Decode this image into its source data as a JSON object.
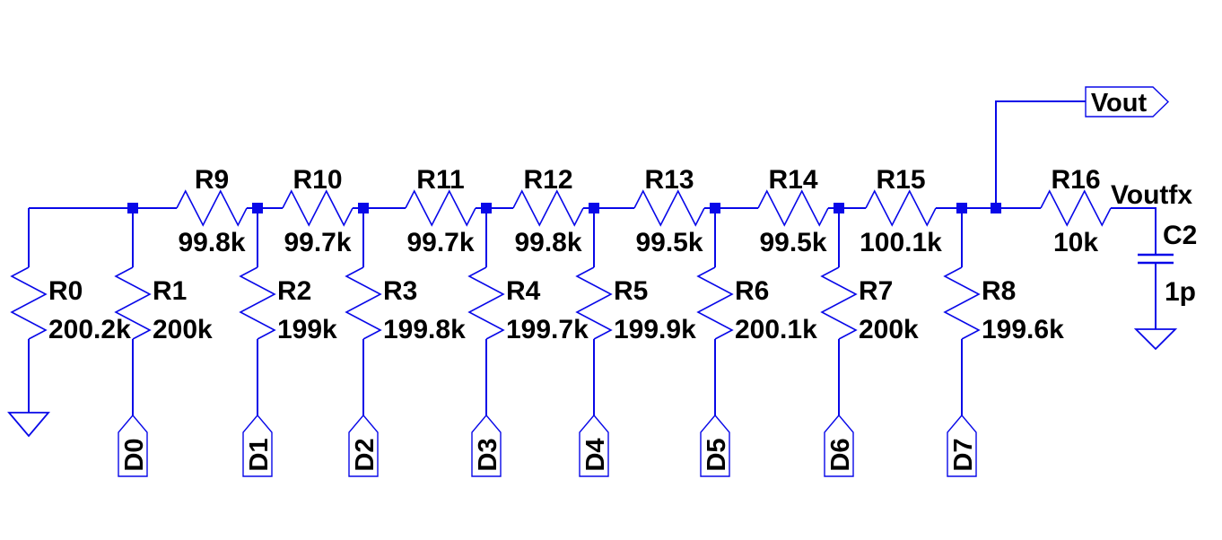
{
  "schematic": {
    "colors": {
      "wire": "#0808E8",
      "text": "#000000",
      "background": "#FFFFFF"
    },
    "series_resistors": [
      {
        "name": "R9",
        "value": "99.8k"
      },
      {
        "name": "R10",
        "value": "99.7k"
      },
      {
        "name": "R11",
        "value": "99.7k"
      },
      {
        "name": "R12",
        "value": "99.8k"
      },
      {
        "name": "R13",
        "value": "99.5k"
      },
      {
        "name": "R14",
        "value": "99.5k"
      },
      {
        "name": "R15",
        "value": "100.1k"
      },
      {
        "name": "R16",
        "value": "10k"
      }
    ],
    "ladder_resistors": [
      {
        "name": "R0",
        "value": "200.2k"
      },
      {
        "name": "R1",
        "value": "200k"
      },
      {
        "name": "R2",
        "value": "199k"
      },
      {
        "name": "R3",
        "value": "199.8k"
      },
      {
        "name": "R4",
        "value": "199.7k"
      },
      {
        "name": "R5",
        "value": "199.9k"
      },
      {
        "name": "R6",
        "value": "200.1k"
      },
      {
        "name": "R7",
        "value": "200k"
      },
      {
        "name": "R8",
        "value": "199.6k"
      }
    ],
    "capacitor": {
      "name": "C2",
      "value": "1p"
    },
    "digital_input_flags": [
      "D0",
      "D1",
      "D2",
      "D3",
      "D4",
      "D5",
      "D6",
      "D7"
    ],
    "output_flag": "Vout",
    "net_label": "Voutfx"
  }
}
